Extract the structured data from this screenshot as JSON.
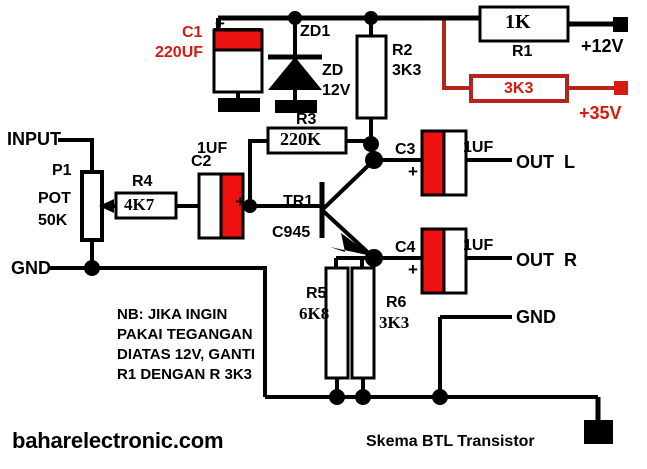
{
  "diagram": {
    "title": "Skema BTL Transistor",
    "brand": "baharelectronic.com",
    "colors": {
      "wire": "#000000",
      "alt_wire": "#b5251c",
      "cap_fill": "#ee1111",
      "background": "#ffffff"
    },
    "note": "NB: JIKA INGIN\nPAKAI TEGANGAN\nDIATAS 12V, GANTI\nR1 DENGAN R 3K3"
  },
  "components": {
    "c1": {
      "ref": "C1",
      "value": "220UF",
      "polarity": "+"
    },
    "c2": {
      "ref": "C2",
      "value": "1UF",
      "polarity": "+"
    },
    "c3": {
      "ref": "C3",
      "value": "1UF",
      "polarity": "+"
    },
    "c4": {
      "ref": "C4",
      "value": "1UF",
      "polarity": "+"
    },
    "zd1": {
      "ref": "ZD1",
      "value": "ZD\n12V"
    },
    "zd1_name": "ZD1",
    "zd1_value_line1": "ZD",
    "zd1_value_line2": "12V",
    "r1": {
      "ref": "R1",
      "value": "1K"
    },
    "r1_alt": {
      "value": "3K3"
    },
    "r2": {
      "ref": "R2",
      "value": "3K3"
    },
    "r3": {
      "ref": "R3",
      "value": "220K"
    },
    "r4": {
      "ref": "R4",
      "value": "4K7"
    },
    "r5": {
      "ref": "R5",
      "value": "6K8"
    },
    "r6": {
      "ref": "R6",
      "value": "3K3"
    },
    "p1": {
      "ref": "P1",
      "type": "POT",
      "value": "50K"
    },
    "tr1": {
      "ref": "TR1",
      "value": "C945"
    }
  },
  "terminals": {
    "input": "INPUT",
    "gnd_left": "GND",
    "gnd_right": "GND",
    "supply_12v": "+12V",
    "supply_35v": "+35V",
    "out_left": "OUT  L",
    "out_right": "OUT  R"
  }
}
